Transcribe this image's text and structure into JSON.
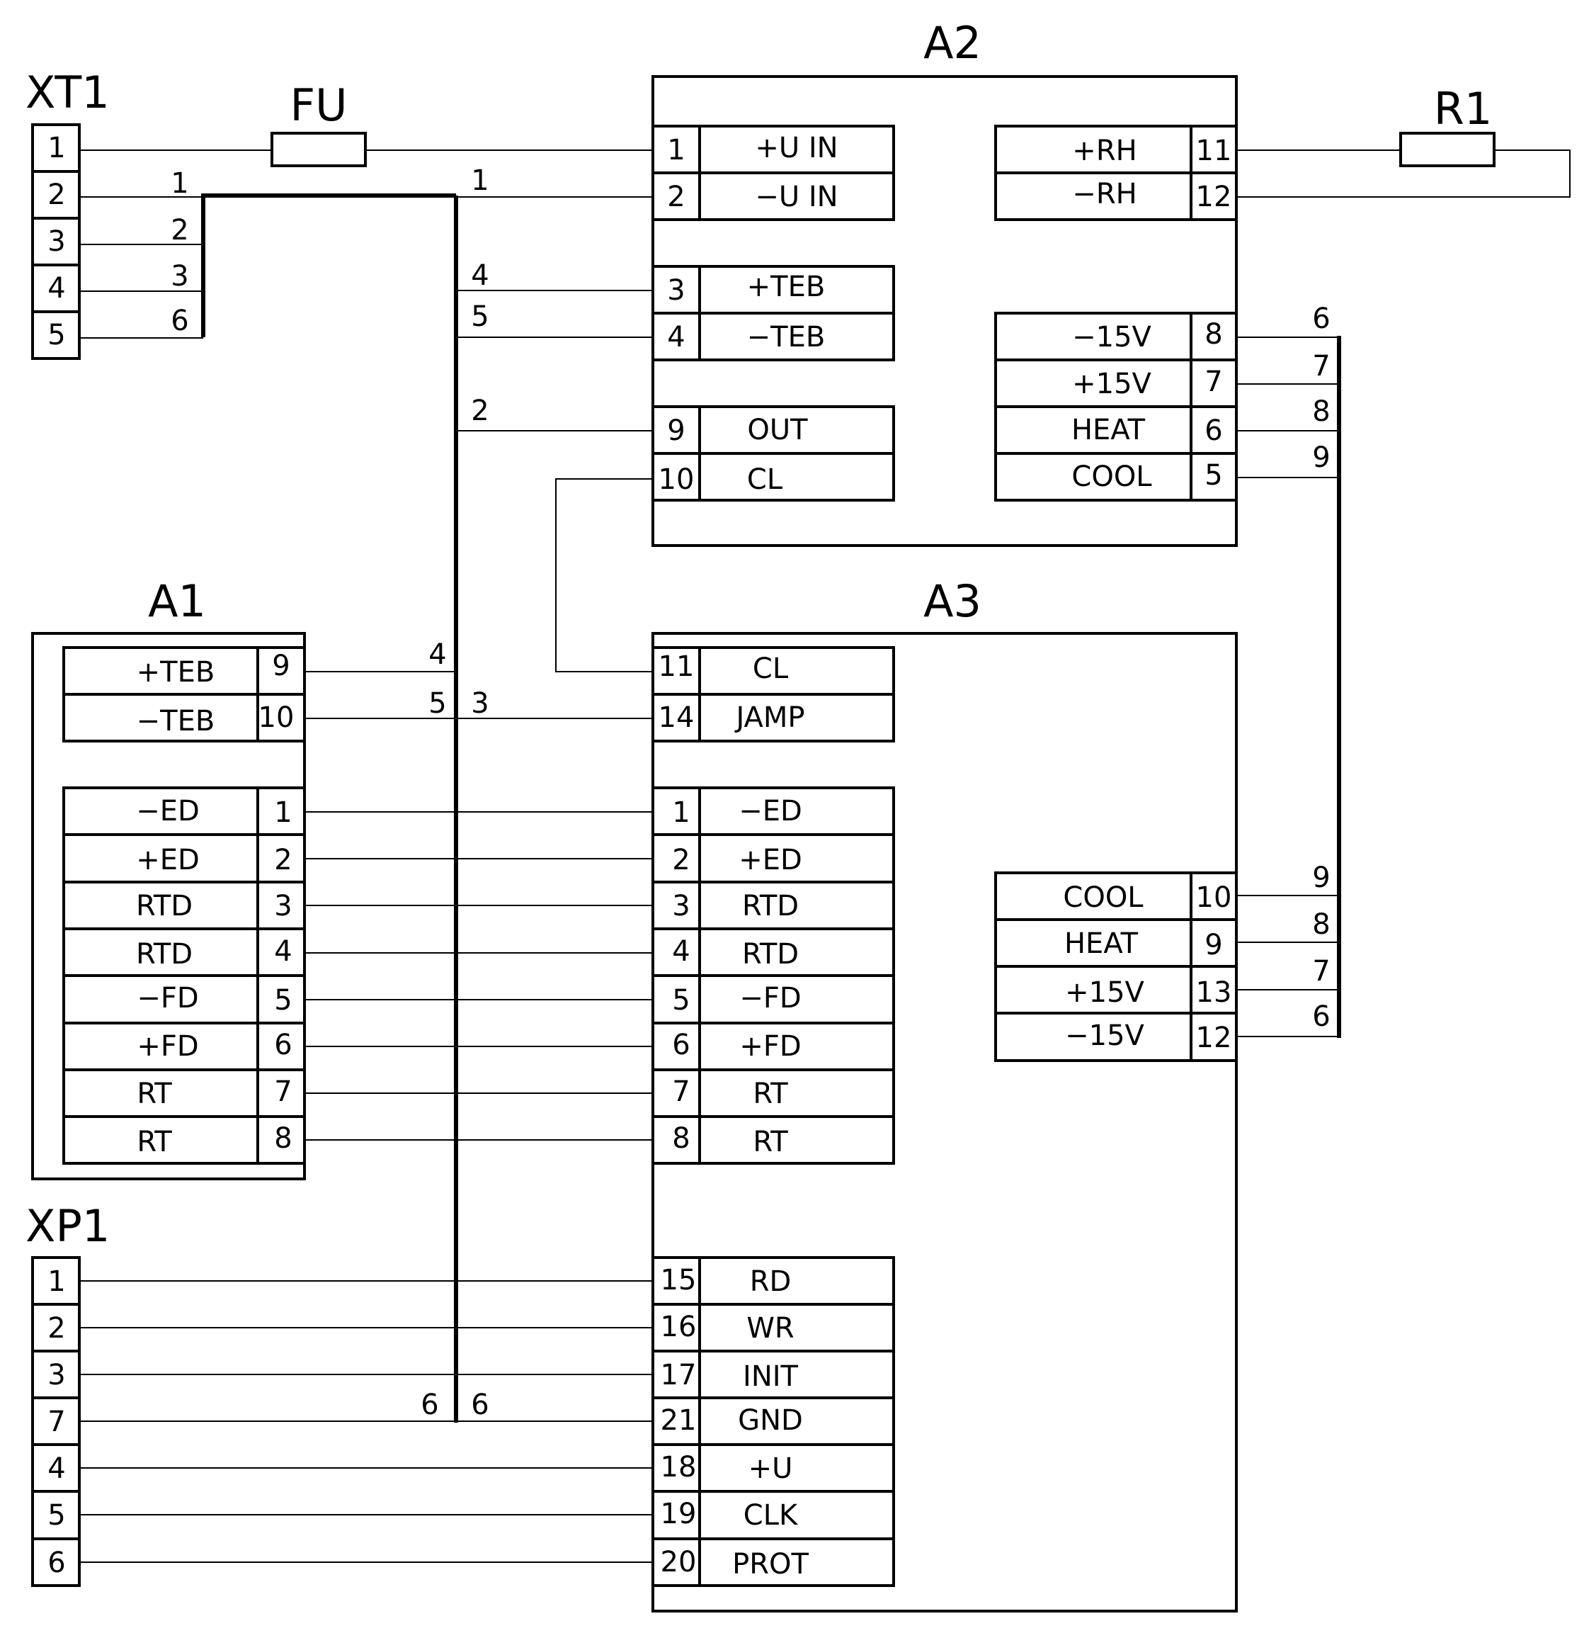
{
  "designators": {
    "xt1": "XT1",
    "fu": "FU",
    "a2": "A2",
    "r1": "R1",
    "a1": "A1",
    "a3": "A3",
    "xp1": "XP1"
  },
  "xt1": {
    "pins": [
      "1",
      "2",
      "3",
      "4",
      "5"
    ]
  },
  "xp1": {
    "pins": [
      "1",
      "2",
      "3",
      "7",
      "4",
      "5",
      "6"
    ]
  },
  "a2": {
    "left": [
      {
        "pin": "1",
        "signal": "+U  IN"
      },
      {
        "pin": "2",
        "signal": "−U  IN"
      },
      {
        "pin": "3",
        "signal": "+TEB"
      },
      {
        "pin": "4",
        "signal": "−TEB"
      },
      {
        "pin": "9",
        "signal": "OUT"
      },
      {
        "pin": "10",
        "signal": "CL"
      }
    ],
    "right": [
      {
        "signal": "+RH",
        "pin": "11"
      },
      {
        "signal": "−RH",
        "pin": "12"
      },
      {
        "signal": "−15V",
        "pin": "8"
      },
      {
        "signal": "+15V",
        "pin": "7"
      },
      {
        "signal": "HEAT",
        "pin": "6"
      },
      {
        "signal": "COOL",
        "pin": "5"
      }
    ]
  },
  "a1": {
    "rows": [
      {
        "signal": "+TEB",
        "pin": "9"
      },
      {
        "signal": "−TEB",
        "pin": "10"
      },
      {
        "signal": "−ED",
        "pin": "1"
      },
      {
        "signal": "+ED",
        "pin": "2"
      },
      {
        "signal": "RTD",
        "pin": "3"
      },
      {
        "signal": "RTD",
        "pin": "4"
      },
      {
        "signal": "−FD",
        "pin": "5"
      },
      {
        "signal": "+FD",
        "pin": "6"
      },
      {
        "signal": "RT",
        "pin": "7"
      },
      {
        "signal": "RT",
        "pin": "8"
      }
    ]
  },
  "a3": {
    "left": [
      {
        "pin": "11",
        "signal": "CL"
      },
      {
        "pin": "14",
        "signal": "JAMP"
      },
      {
        "pin": "1",
        "signal": "−ED"
      },
      {
        "pin": "2",
        "signal": "+ED"
      },
      {
        "pin": "3",
        "signal": "RTD"
      },
      {
        "pin": "4",
        "signal": "RTD"
      },
      {
        "pin": "5",
        "signal": "−FD"
      },
      {
        "pin": "6",
        "signal": "+FD"
      },
      {
        "pin": "7",
        "signal": "RT"
      },
      {
        "pin": "8",
        "signal": "RT"
      },
      {
        "pin": "15",
        "signal": "RD"
      },
      {
        "pin": "16",
        "signal": "WR"
      },
      {
        "pin": "17",
        "signal": "INIT"
      },
      {
        "pin": "21",
        "signal": "GND"
      },
      {
        "pin": "18",
        "signal": "+U"
      },
      {
        "pin": "19",
        "signal": "CLK"
      },
      {
        "pin": "20",
        "signal": "PROT"
      }
    ],
    "right": [
      {
        "signal": "COOL",
        "pin": "10"
      },
      {
        "signal": "HEAT",
        "pin": "9"
      },
      {
        "signal": "+15V",
        "pin": "13"
      },
      {
        "signal": "−15V",
        "pin": "12"
      }
    ]
  },
  "wire_numbers": {
    "xt1_bus": [
      "1",
      "2",
      "3",
      "6"
    ],
    "main_bus_right": [
      "1",
      "4",
      "5",
      "2",
      "3",
      "6"
    ],
    "main_bus_left": [
      "4",
      "5",
      "6"
    ],
    "right_bus_top": [
      "6",
      "7",
      "8",
      "9"
    ],
    "right_bus_bottom": [
      "9",
      "8",
      "7",
      "6"
    ]
  }
}
